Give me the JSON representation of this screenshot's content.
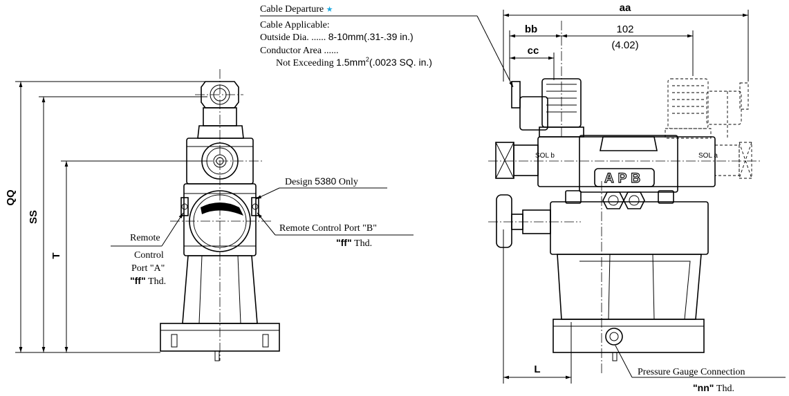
{
  "cable_note": {
    "departure": "Cable Departure",
    "star": "★",
    "star_color": "#1aa7e0",
    "applicable": "Cable Applicable:",
    "outside_dia_prefix": "Outside Dia. ......",
    "outside_dia_value": "8-10mm(.31-.39 in.)",
    "conductor_area": "Conductor Area ......",
    "not_exceeding_prefix": "Not Exceeding",
    "not_exceeding_value": "1.5mm",
    "superscript": "2",
    "not_exceeding_tail": "(.0023 SQ. in.)"
  },
  "left_view": {
    "dim_qq": "QQ",
    "dim_ss": "SS",
    "dim_t": "T",
    "design_note_prefix": "Design",
    "design_note_value": "5380",
    "design_note_tail": "Only",
    "remote_a_line1": "Remote",
    "remote_a_line2": "Control",
    "remote_a_line3": "Port \"A\"",
    "remote_a_thd_code": "\"ff\"",
    "remote_a_thd": "Thd.",
    "remote_b_line1": "Remote Control Port \"B\"",
    "remote_b_thd_code": "\"ff\"",
    "remote_b_thd": "Thd."
  },
  "right_view": {
    "dim_aa": "aa",
    "dim_bb": "bb",
    "dim_cc": "cc",
    "dim_102": "102",
    "dim_402": "(4.02)",
    "dim_l": "L",
    "sol_b": "SOL b",
    "sol_a": "SOL a",
    "logo": "APB",
    "gauge_line1": "Pressure Gauge Connection",
    "gauge_thd_code": "\"nn\"",
    "gauge_thd": "Thd."
  }
}
